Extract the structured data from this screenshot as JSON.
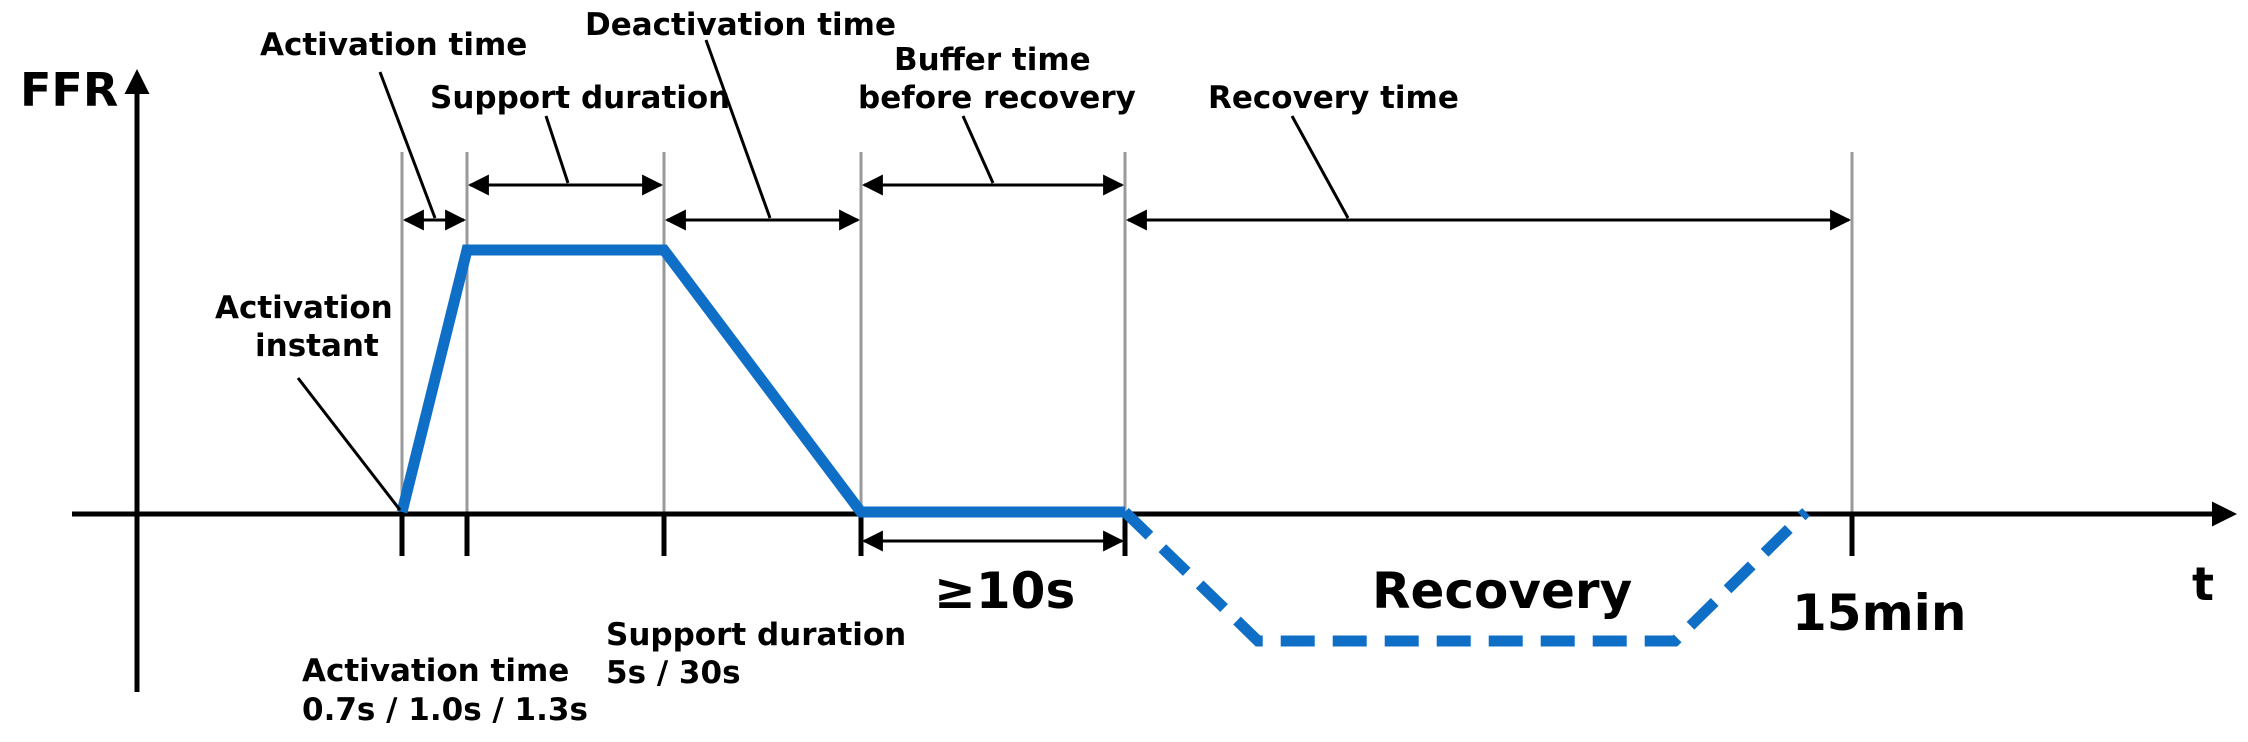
{
  "axes": {
    "y_label": "FFR",
    "x_label": "t"
  },
  "colors": {
    "signal": "#0F6FC6",
    "guide": "#9A9A9A",
    "ink": "#000000"
  },
  "labels": {
    "activation_time": "Activation time",
    "support_duration": "Support duration",
    "deactivation_time": "Deactivation time",
    "buffer_time_line1": "Buffer time",
    "buffer_time_line2": "before recovery",
    "recovery_time": "Recovery time",
    "activation_instant_line1": "Activation",
    "activation_instant_line2": "instant",
    "min_buffer": "≥10s",
    "recovery": "Recovery",
    "recovery_end": "15min",
    "support_duration_values_title": "Support duration",
    "support_duration_values": "5s / 30s",
    "activation_time_values_title": "Activation time",
    "activation_time_values": "0.7s / 1.0s / 1.3s"
  }
}
